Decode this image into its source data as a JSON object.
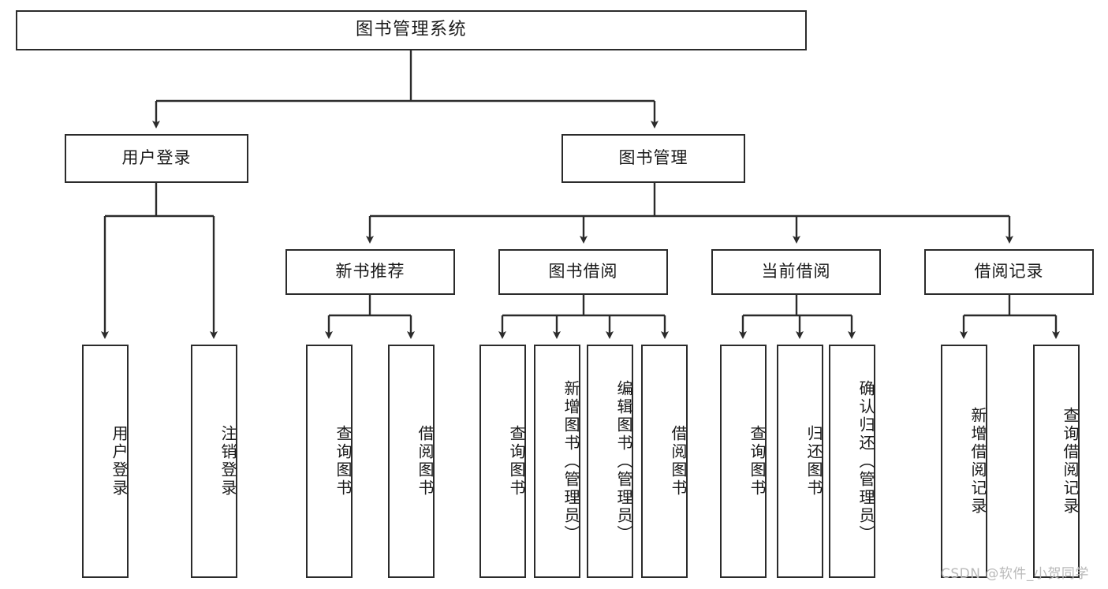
{
  "diagram": {
    "type": "tree",
    "title": "图书管理系统",
    "root": {
      "id": "root",
      "label": "图书管理系统"
    },
    "level2": [
      {
        "id": "user-login",
        "label": "用户登录"
      },
      {
        "id": "book-manage",
        "label": "图书管理"
      }
    ],
    "level3": [
      {
        "id": "new-book-rec",
        "label": "新书推荐",
        "parent": "book-manage"
      },
      {
        "id": "book-borrow",
        "label": "图书借阅",
        "parent": "book-manage"
      },
      {
        "id": "current-borrow",
        "label": "当前借阅",
        "parent": "book-manage"
      },
      {
        "id": "borrow-record",
        "label": "借阅记录",
        "parent": "book-manage"
      }
    ],
    "leaves": [
      {
        "id": "leaf-user-login",
        "label": "用户登录",
        "parent": "user-login"
      },
      {
        "id": "leaf-logout",
        "label": "注销登录",
        "parent": "user-login"
      },
      {
        "id": "leaf-query-book-1",
        "label": "查询图书",
        "parent": "new-book-rec"
      },
      {
        "id": "leaf-borrow-book-1",
        "label": "借阅图书",
        "parent": "new-book-rec"
      },
      {
        "id": "leaf-query-book-2",
        "label": "查询图书",
        "parent": "book-borrow"
      },
      {
        "id": "leaf-add-book",
        "label": "新增图书（管理员）",
        "parent": "book-borrow"
      },
      {
        "id": "leaf-edit-book",
        "label": "编辑图书（管理员）",
        "parent": "book-borrow"
      },
      {
        "id": "leaf-borrow-book-2",
        "label": "借阅图书",
        "parent": "book-borrow"
      },
      {
        "id": "leaf-query-book-3",
        "label": "查询图书",
        "parent": "current-borrow"
      },
      {
        "id": "leaf-return-book",
        "label": "归还图书",
        "parent": "current-borrow"
      },
      {
        "id": "leaf-confirm-return",
        "label": "确认归还（管理员）",
        "parent": "current-borrow"
      },
      {
        "id": "leaf-add-record",
        "label": "新增借阅记录",
        "parent": "borrow-record"
      },
      {
        "id": "leaf-query-record",
        "label": "查询借阅记录",
        "parent": "borrow-record"
      }
    ],
    "watermark": "CSDN @软件_小贺同学",
    "colors": {
      "stroke": "#2b2b2b",
      "fill": "#ffffff",
      "text": "#1a1a1a",
      "watermark": "#b9b9b9"
    }
  }
}
